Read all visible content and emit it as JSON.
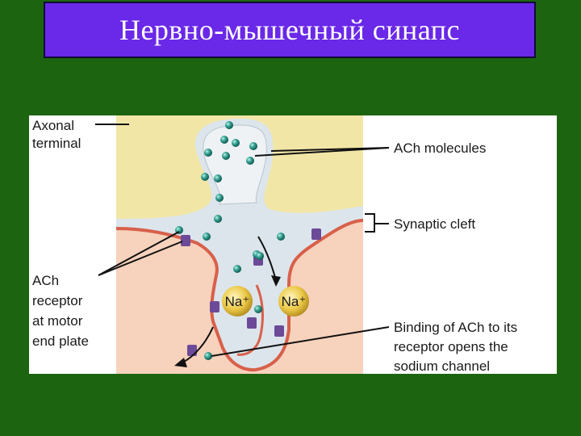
{
  "title": "Нервно-мышечный синапс",
  "figure": {
    "labels": {
      "axonal_terminal": [
        "Axonal",
        "terminal"
      ],
      "ach_molecules": "ACh molecules",
      "synaptic_cleft": "Synaptic cleft",
      "ach_receptor": [
        "ACh",
        "receptor",
        "at motor",
        "end plate"
      ],
      "binding": [
        "Binding of ACh to its",
        "receptor opens the",
        "sodium channel"
      ]
    },
    "ions": [
      "Na⁺",
      "Na⁺"
    ]
  },
  "colors": {
    "background": "#1c6410",
    "title_box": "#6a28e8",
    "axon": "#f2e6a6",
    "muscle": "#f7d2bc",
    "membrane": "#d8604a",
    "cleft": "#dce5ec",
    "ach": "#3aa596",
    "receptor": "#6c4a98",
    "sodium": "#e8c640"
  }
}
